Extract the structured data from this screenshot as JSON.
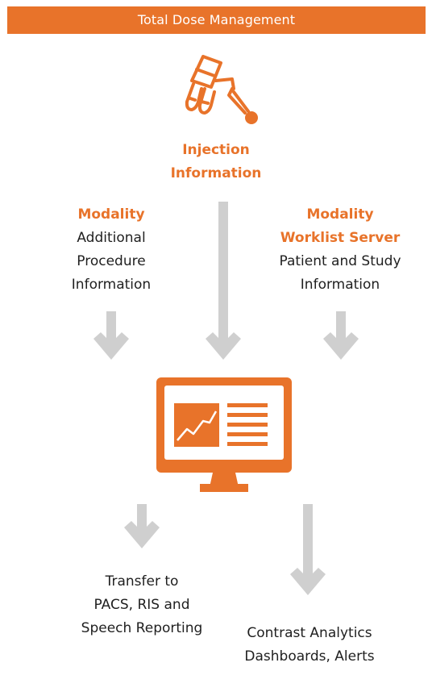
{
  "header": {
    "title": "Total Dose Management"
  },
  "sources": {
    "injection": {
      "title_line1": "Injection",
      "title_line2": "Information"
    },
    "modality": {
      "title": "Modality",
      "desc_line1": "Additional",
      "desc_line2": "Procedure",
      "desc_line3": "Information"
    },
    "worklist": {
      "title_line1": "Modality",
      "title_line2": "Worklist Server",
      "desc_line1": "Patient and Study",
      "desc_line2": "Information"
    }
  },
  "outputs": {
    "transfer": {
      "line1": "Transfer to",
      "line2": "PACS, RIS and",
      "line3": "Speech Reporting"
    },
    "analytics": {
      "line1": "Contrast Analytics",
      "line2": "Dashboards, Alerts"
    }
  },
  "icons": {
    "injector": "injector-icon",
    "monitor": "monitor-icon",
    "arrow": "arrow-down-icon"
  },
  "colors": {
    "accent": "#e8732a",
    "arrow": "#cfcfcf",
    "text": "#1f1f1f"
  }
}
